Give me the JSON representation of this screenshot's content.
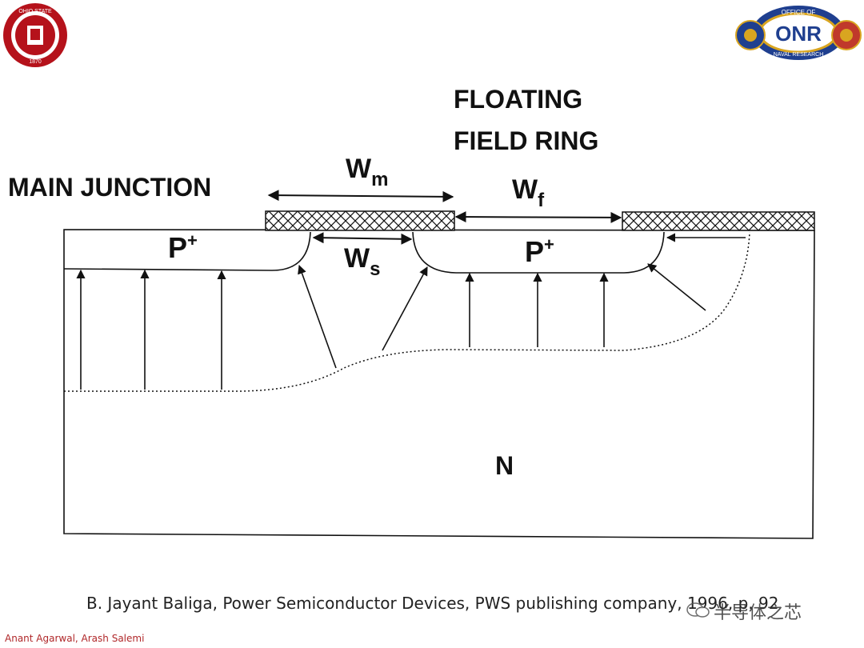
{
  "logos": {
    "osu": "THE OHIO STATE UNIVERSITY 1870",
    "onr": {
      "top": "OFFICE OF",
      "center": "ONR",
      "bottom": "NAVAL RESEARCH"
    }
  },
  "diagram": {
    "label_main_junction": "MAIN JUNCTION",
    "label_floating_line1": "FLOATING",
    "label_floating_line2": "FIELD RING",
    "label_wm_main": "W",
    "label_wm_sub": "m",
    "label_wf_main": "W",
    "label_wf_sub": "f",
    "label_ws_main": "W",
    "label_ws_sub": "s",
    "label_p1_main": "P",
    "label_p1_sup": "+",
    "label_p2_main": "P",
    "label_p2_sup": "+",
    "label_n": "N"
  },
  "citation": "B. Jayant Baliga, Power Semiconductor Devices, PWS publishing company, 1996, p. 92",
  "author": "Anant Agarwal, Arash Salemi",
  "watermark": "半导体之芯",
  "colors": {
    "author": "#b0282a",
    "osu_red": "#b5121b",
    "onr_blue": "#1f3f8f",
    "onr_gold": "#d9a520"
  }
}
